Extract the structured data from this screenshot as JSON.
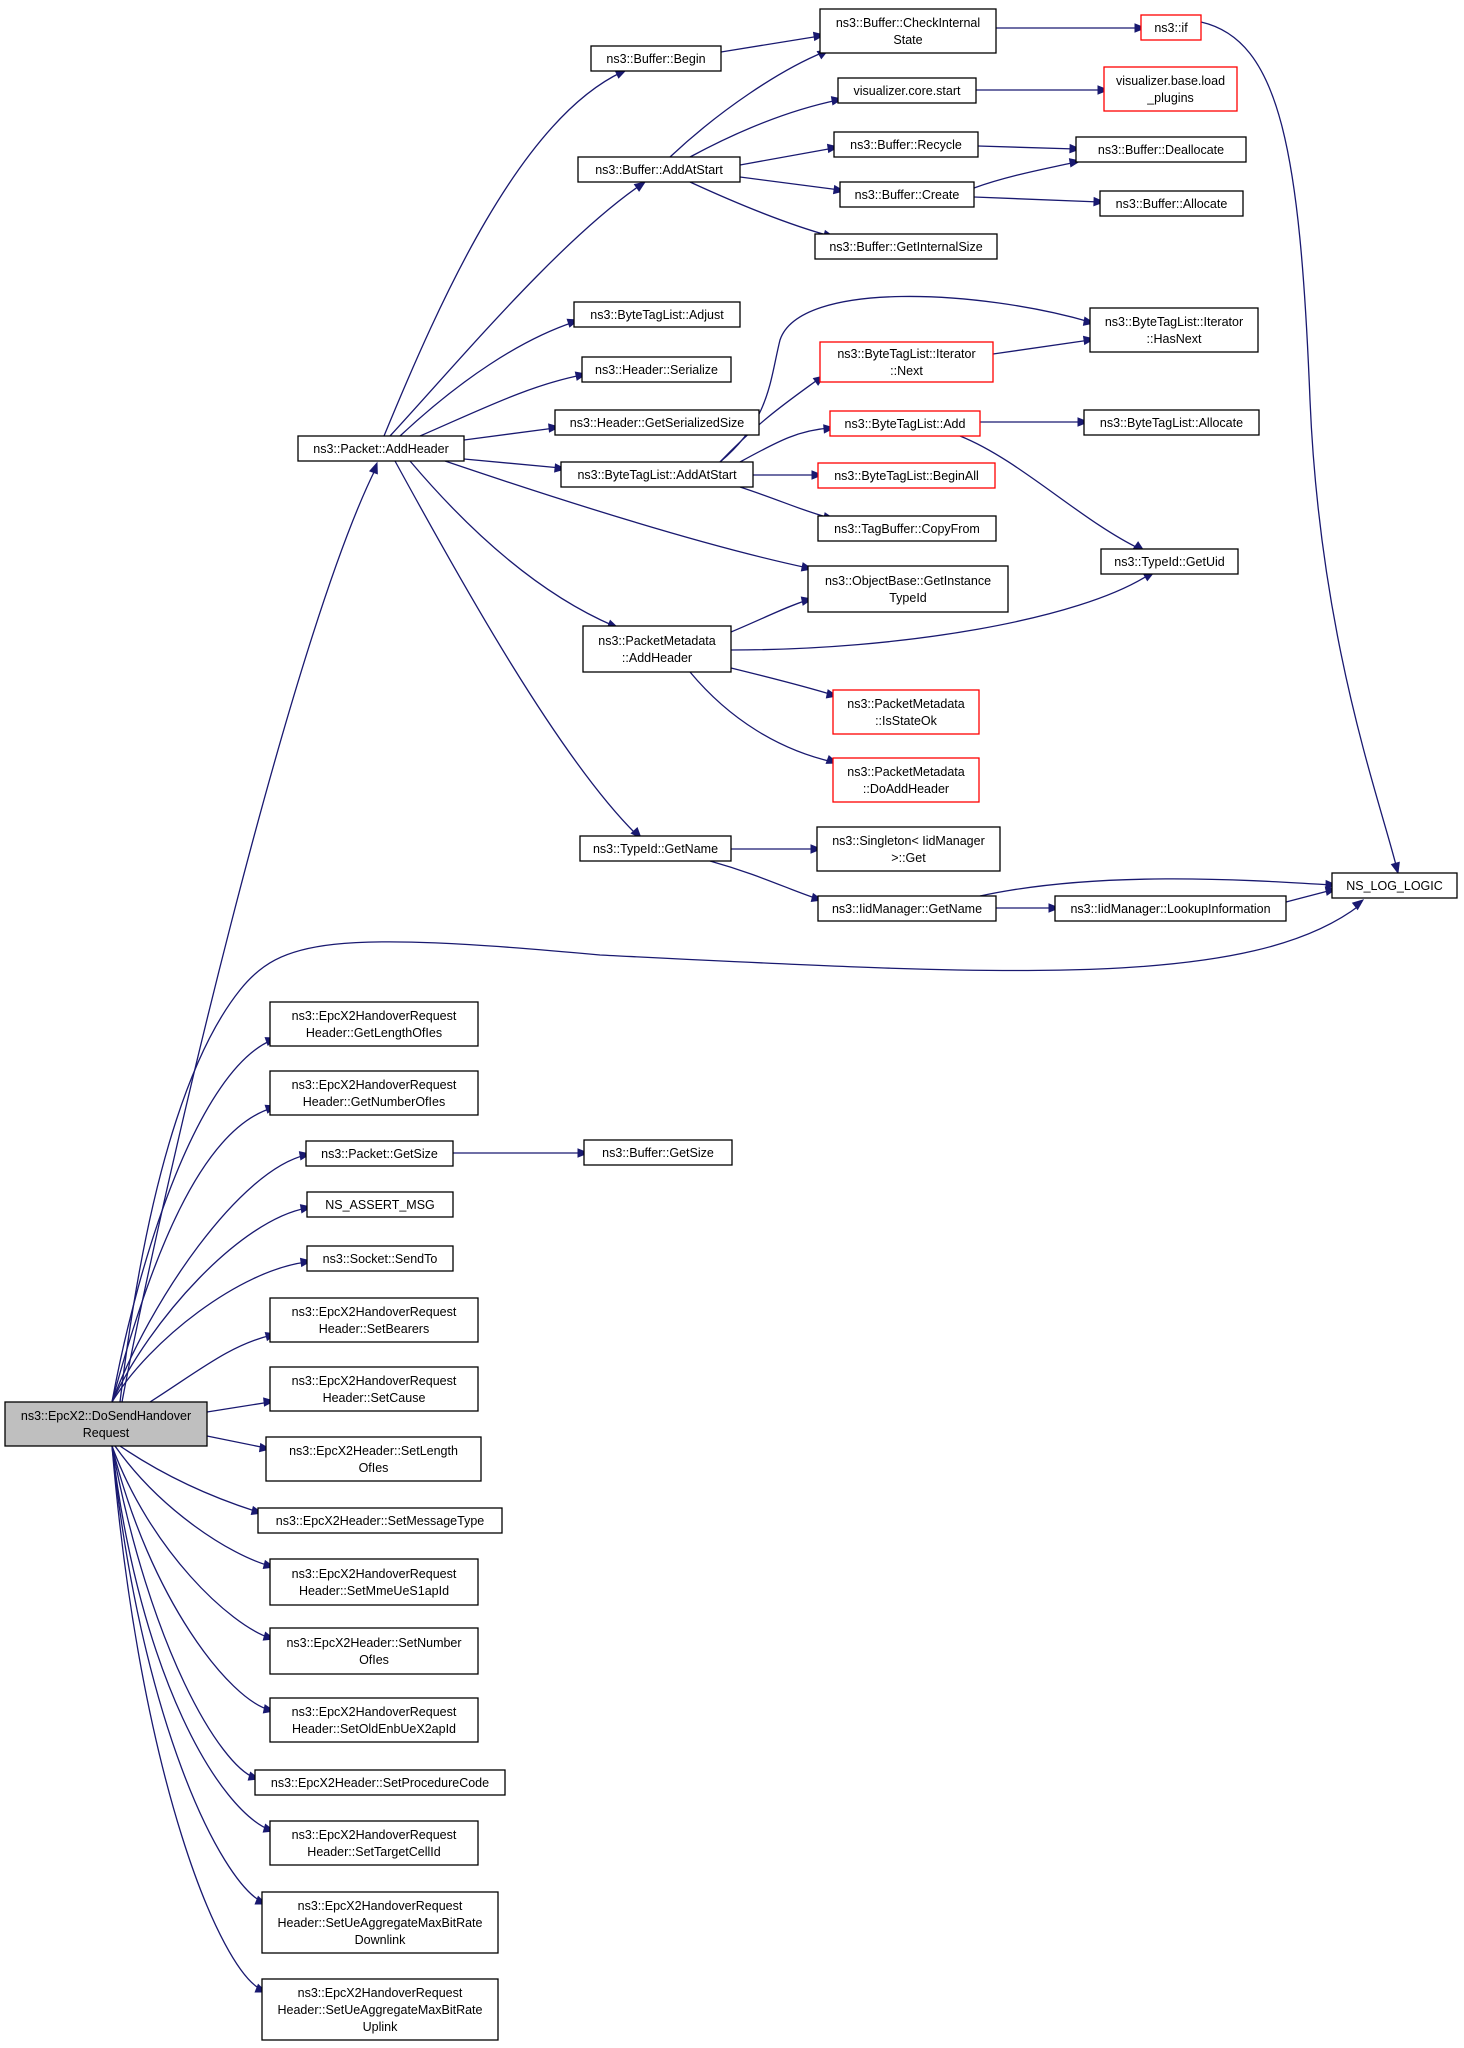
{
  "title": "",
  "colors": {
    "edge": "#191970",
    "node_border": "#000000",
    "node_border_undocumented": "#ff0000",
    "root_fill": "#bfbfbf"
  },
  "nodes": [
    {
      "id": "root",
      "lines": [
        "ns3::EpcX2::DoSendHandover",
        "Request"
      ],
      "style": "root"
    },
    {
      "id": "addheader",
      "lines": [
        "ns3::Packet::AddHeader"
      ],
      "style": "normal"
    },
    {
      "id": "begin",
      "lines": [
        "ns3::Buffer::Begin"
      ],
      "style": "normal"
    },
    {
      "id": "checkinternal",
      "lines": [
        "ns3::Buffer::CheckInternal",
        "State"
      ],
      "style": "normal"
    },
    {
      "id": "if",
      "lines": [
        "ns3::if"
      ],
      "style": "red"
    },
    {
      "id": "vizstart",
      "lines": [
        "visualizer.core.start"
      ],
      "style": "normal"
    },
    {
      "id": "vizload",
      "lines": [
        "visualizer.base.load",
        "_plugins"
      ],
      "style": "red"
    },
    {
      "id": "addatstart",
      "lines": [
        "ns3::Buffer::AddAtStart"
      ],
      "style": "normal"
    },
    {
      "id": "recycle",
      "lines": [
        "ns3::Buffer::Recycle"
      ],
      "style": "normal"
    },
    {
      "id": "dealloc",
      "lines": [
        "ns3::Buffer::Deallocate"
      ],
      "style": "normal"
    },
    {
      "id": "create",
      "lines": [
        "ns3::Buffer::Create"
      ],
      "style": "normal"
    },
    {
      "id": "allocate",
      "lines": [
        "ns3::Buffer::Allocate"
      ],
      "style": "normal"
    },
    {
      "id": "getinternalsize",
      "lines": [
        "ns3::Buffer::GetInternalSize"
      ],
      "style": "normal"
    },
    {
      "id": "btladjust",
      "lines": [
        "ns3::ByteTagList::Adjust"
      ],
      "style": "normal"
    },
    {
      "id": "hdrserialize",
      "lines": [
        "ns3::Header::Serialize"
      ],
      "style": "normal"
    },
    {
      "id": "hdrgetsersize",
      "lines": [
        "ns3::Header::GetSerializedSize"
      ],
      "style": "normal"
    },
    {
      "id": "btladdatstart",
      "lines": [
        "ns3::ByteTagList::AddAtStart"
      ],
      "style": "normal"
    },
    {
      "id": "itnext",
      "lines": [
        "ns3::ByteTagList::Iterator",
        "::Next"
      ],
      "style": "red"
    },
    {
      "id": "ithasnext",
      "lines": [
        "ns3::ByteTagList::Iterator",
        "::HasNext"
      ],
      "style": "normal"
    },
    {
      "id": "btladd",
      "lines": [
        "ns3::ByteTagList::Add"
      ],
      "style": "red"
    },
    {
      "id": "btlallocate",
      "lines": [
        "ns3::ByteTagList::Allocate"
      ],
      "style": "normal"
    },
    {
      "id": "btlbeginall",
      "lines": [
        "ns3::ByteTagList::BeginAll"
      ],
      "style": "red"
    },
    {
      "id": "tagbufcopy",
      "lines": [
        "ns3::TagBuffer::CopyFrom"
      ],
      "style": "normal"
    },
    {
      "id": "objbase",
      "lines": [
        "ns3::ObjectBase::GetInstance",
        "TypeId"
      ],
      "style": "normal"
    },
    {
      "id": "typeidgetuid",
      "lines": [
        "ns3::TypeId::GetUid"
      ],
      "style": "normal"
    },
    {
      "id": "pmaddheader",
      "lines": [
        "ns3::PacketMetadata",
        "::AddHeader"
      ],
      "style": "normal"
    },
    {
      "id": "pmisstateok",
      "lines": [
        "ns3::PacketMetadata",
        "::IsStateOk"
      ],
      "style": "red"
    },
    {
      "id": "pmdoaddheader",
      "lines": [
        "ns3::PacketMetadata",
        "::DoAddHeader"
      ],
      "style": "red"
    },
    {
      "id": "typeidgetname",
      "lines": [
        "ns3::TypeId::GetName"
      ],
      "style": "normal"
    },
    {
      "id": "singleton",
      "lines": [
        "ns3::Singleton< IidManager",
        ">::Get"
      ],
      "style": "normal"
    },
    {
      "id": "iidgetname",
      "lines": [
        "ns3::IidManager::GetName"
      ],
      "style": "normal"
    },
    {
      "id": "iidlookup",
      "lines": [
        "ns3::IidManager::LookupInformation"
      ],
      "style": "normal"
    },
    {
      "id": "nslog",
      "lines": [
        "NS_LOG_LOGIC"
      ],
      "style": "normal"
    },
    {
      "id": "getlengthofies",
      "lines": [
        "ns3::EpcX2HandoverRequest",
        "Header::GetLengthOfIes"
      ],
      "style": "normal"
    },
    {
      "id": "getnumberofies",
      "lines": [
        "ns3::EpcX2HandoverRequest",
        "Header::GetNumberOfIes"
      ],
      "style": "normal"
    },
    {
      "id": "pktgetsize",
      "lines": [
        "ns3::Packet::GetSize"
      ],
      "style": "normal"
    },
    {
      "id": "bufgetsize",
      "lines": [
        "ns3::Buffer::GetSize"
      ],
      "style": "normal"
    },
    {
      "id": "nsassert",
      "lines": [
        "NS_ASSERT_MSG"
      ],
      "style": "normal"
    },
    {
      "id": "socksendto",
      "lines": [
        "ns3::Socket::SendTo"
      ],
      "style": "normal"
    },
    {
      "id": "setbearers",
      "lines": [
        "ns3::EpcX2HandoverRequest",
        "Header::SetBearers"
      ],
      "style": "normal"
    },
    {
      "id": "setcause",
      "lines": [
        "ns3::EpcX2HandoverRequest",
        "Header::SetCause"
      ],
      "style": "normal"
    },
    {
      "id": "setlengthofies",
      "lines": [
        "ns3::EpcX2Header::SetLength",
        "OfIes"
      ],
      "style": "normal"
    },
    {
      "id": "setmessagetype",
      "lines": [
        "ns3::EpcX2Header::SetMessageType"
      ],
      "style": "normal"
    },
    {
      "id": "setmmeues1apid",
      "lines": [
        "ns3::EpcX2HandoverRequest",
        "Header::SetMmeUeS1apId"
      ],
      "style": "normal"
    },
    {
      "id": "setnumberofies",
      "lines": [
        "ns3::EpcX2Header::SetNumber",
        "OfIes"
      ],
      "style": "normal"
    },
    {
      "id": "setoldenbuex2apid",
      "lines": [
        "ns3::EpcX2HandoverRequest",
        "Header::SetOldEnbUeX2apId"
      ],
      "style": "normal"
    },
    {
      "id": "setprocedurecode",
      "lines": [
        "ns3::EpcX2Header::SetProcedureCode"
      ],
      "style": "normal"
    },
    {
      "id": "settargetcellid",
      "lines": [
        "ns3::EpcX2HandoverRequest",
        "Header::SetTargetCellId"
      ],
      "style": "normal"
    },
    {
      "id": "setueaggdl",
      "lines": [
        "ns3::EpcX2HandoverRequest",
        "Header::SetUeAggregateMaxBitRate",
        "Downlink"
      ],
      "style": "normal"
    },
    {
      "id": "setueaggul",
      "lines": [
        "ns3::EpcX2HandoverRequest",
        "Header::SetUeAggregateMaxBitRate",
        "Uplink"
      ],
      "style": "normal"
    }
  ],
  "edges": [
    [
      "root",
      "addheader"
    ],
    [
      "root",
      "nslog"
    ],
    [
      "root",
      "getlengthofies"
    ],
    [
      "root",
      "getnumberofies"
    ],
    [
      "root",
      "pktgetsize"
    ],
    [
      "root",
      "nsassert"
    ],
    [
      "root",
      "socksendto"
    ],
    [
      "root",
      "setbearers"
    ],
    [
      "root",
      "setcause"
    ],
    [
      "root",
      "setlengthofies"
    ],
    [
      "root",
      "setmessagetype"
    ],
    [
      "root",
      "setmmeues1apid"
    ],
    [
      "root",
      "setnumberofies"
    ],
    [
      "root",
      "setoldenbuex2apid"
    ],
    [
      "root",
      "setprocedurecode"
    ],
    [
      "root",
      "settargetcellid"
    ],
    [
      "root",
      "setueaggdl"
    ],
    [
      "root",
      "setueaggul"
    ],
    [
      "addheader",
      "begin"
    ],
    [
      "addheader",
      "addatstart"
    ],
    [
      "addheader",
      "btladjust"
    ],
    [
      "addheader",
      "hdrserialize"
    ],
    [
      "addheader",
      "hdrgetsersize"
    ],
    [
      "addheader",
      "btladdatstart"
    ],
    [
      "addheader",
      "objbase"
    ],
    [
      "addheader",
      "pmaddheader"
    ],
    [
      "addheader",
      "typeidgetname"
    ],
    [
      "begin",
      "checkinternal"
    ],
    [
      "checkinternal",
      "if"
    ],
    [
      "if",
      "nslog"
    ],
    [
      "addatstart",
      "checkinternal"
    ],
    [
      "addatstart",
      "vizstart"
    ],
    [
      "addatstart",
      "recycle"
    ],
    [
      "addatstart",
      "create"
    ],
    [
      "addatstart",
      "getinternalsize"
    ],
    [
      "vizstart",
      "vizload"
    ],
    [
      "recycle",
      "dealloc"
    ],
    [
      "create",
      "dealloc"
    ],
    [
      "create",
      "allocate"
    ],
    [
      "btladdatstart",
      "ithasnext"
    ],
    [
      "btladdatstart",
      "itnext"
    ],
    [
      "btladdatstart",
      "btladd"
    ],
    [
      "btladdatstart",
      "btlbeginall"
    ],
    [
      "btladdatstart",
      "tagbufcopy"
    ],
    [
      "itnext",
      "ithasnext"
    ],
    [
      "btladd",
      "btlallocate"
    ],
    [
      "btladd",
      "typeidgetuid"
    ],
    [
      "pmaddheader",
      "objbase"
    ],
    [
      "pmaddheader",
      "typeidgetuid"
    ],
    [
      "pmaddheader",
      "pmisstateok"
    ],
    [
      "pmaddheader",
      "pmdoaddheader"
    ],
    [
      "typeidgetname",
      "singleton"
    ],
    [
      "typeidgetname",
      "iidgetname"
    ],
    [
      "iidgetname",
      "iidlookup"
    ],
    [
      "iidgetname",
      "nslog"
    ],
    [
      "iidlookup",
      "nslog"
    ],
    [
      "pktgetsize",
      "bufgetsize"
    ]
  ]
}
